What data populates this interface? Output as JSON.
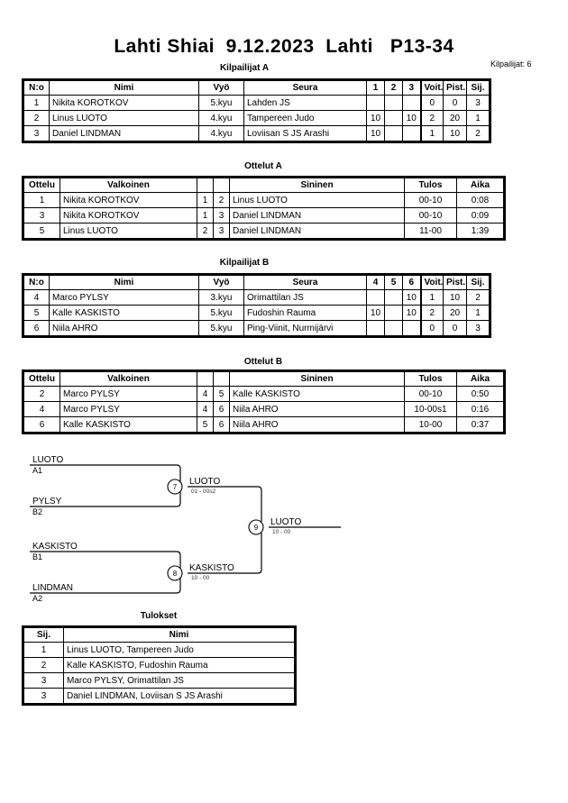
{
  "header": {
    "title": "Lahti Shiai  9.12.2023  Lahti   P13-34",
    "entrant_count": "Kilpailijat: 6"
  },
  "pools": [
    {
      "caption": "Kilpailijat A",
      "columns": [
        "N:o",
        "Nimi",
        "Vyö",
        "Seura",
        "1",
        "2",
        "3",
        "Voit.",
        "Pist.",
        "Sij."
      ],
      "rows": [
        {
          "no": "1",
          "name": "Nikita KOROTKOV",
          "belt": "5.kyu",
          "club": "Lahden JS",
          "m1": "",
          "m2": "",
          "m3": "",
          "wins": "0",
          "points": "0",
          "rank": "3"
        },
        {
          "no": "2",
          "name": "Linus LUOTO",
          "belt": "4.kyu",
          "club": "Tampereen Judo",
          "m1": "10",
          "m2": "",
          "m3": "10",
          "wins": "2",
          "points": "20",
          "rank": "1"
        },
        {
          "no": "3",
          "name": "Daniel LINDMAN",
          "belt": "4.kyu",
          "club": "Loviisan S JS Arashi",
          "m1": "10",
          "m2": "",
          "m3": "",
          "wins": "1",
          "points": "10",
          "rank": "2"
        }
      ]
    },
    {
      "caption": "Kilpailijat B",
      "columns": [
        "N:o",
        "Nimi",
        "Vyö",
        "Seura",
        "4",
        "5",
        "6",
        "Voit.",
        "Pist.",
        "Sij."
      ],
      "rows": [
        {
          "no": "4",
          "name": "Marco PYLSY",
          "belt": "3.kyu",
          "club": "Orimattilan JS",
          "m1": "",
          "m2": "",
          "m3": "10",
          "wins": "1",
          "points": "10",
          "rank": "2"
        },
        {
          "no": "5",
          "name": "Kalle KASKISTO",
          "belt": "5.kyu",
          "club": "Fudoshin Rauma",
          "m1": "10",
          "m2": "",
          "m3": "10",
          "wins": "2",
          "points": "20",
          "rank": "1"
        },
        {
          "no": "6",
          "name": "Niila AHRO",
          "belt": "5.kyu",
          "club": "Ping-Viinit, Nurmijärvi",
          "m1": "",
          "m2": "",
          "m3": "",
          "wins": "0",
          "points": "0",
          "rank": "3"
        }
      ]
    }
  ],
  "matchtables": [
    {
      "caption": "Ottelut A",
      "columns": [
        "Ottelu",
        "Valkoinen",
        "",
        "",
        "Sininen",
        "Tulos",
        "Aika"
      ],
      "rows": [
        {
          "match": "1",
          "white": "Nikita KOROTKOV",
          "wno": "1",
          "bno": "2",
          "blue": "Linus LUOTO",
          "result": "00-10",
          "time": "0:08"
        },
        {
          "match": "3",
          "white": "Nikita KOROTKOV",
          "wno": "1",
          "bno": "3",
          "blue": "Daniel LINDMAN",
          "result": "00-10",
          "time": "0:09"
        },
        {
          "match": "5",
          "white": "Linus LUOTO",
          "wno": "2",
          "bno": "3",
          "blue": "Daniel LINDMAN",
          "result": "11-00",
          "time": "1:39"
        }
      ]
    },
    {
      "caption": "Ottelut B",
      "columns": [
        "Ottelu",
        "Valkoinen",
        "",
        "",
        "Sininen",
        "Tulos",
        "Aika"
      ],
      "rows": [
        {
          "match": "2",
          "white": "Marco PYLSY",
          "wno": "4",
          "bno": "5",
          "blue": "Kalle KASKISTO",
          "result": "00-10",
          "time": "0:50"
        },
        {
          "match": "4",
          "white": "Marco PYLSY",
          "wno": "4",
          "bno": "6",
          "blue": "Niila AHRO",
          "result": "10-00s1",
          "time": "0:16"
        },
        {
          "match": "6",
          "white": "Kalle KASKISTO",
          "wno": "5",
          "bno": "6",
          "blue": "Niila AHRO",
          "result": "10-00",
          "time": "0:37"
        }
      ]
    }
  ],
  "bracket": {
    "entrants": [
      {
        "name": "LUOTO",
        "seed": "A1"
      },
      {
        "name": "PYLSY",
        "seed": "B2"
      },
      {
        "name": "KASKISTO",
        "seed": "B1"
      },
      {
        "name": "LINDMAN",
        "seed": "A2"
      }
    ],
    "semifinals": [
      {
        "number": "7",
        "winner": "LUOTO",
        "score": "01 - 00s2"
      },
      {
        "number": "8",
        "winner": "KASKISTO",
        "score": "10 - 00"
      }
    ],
    "final": {
      "number": "9",
      "winner": "LUOTO",
      "score": "10 - 00"
    }
  },
  "results": {
    "caption": "Tulokset",
    "columns": [
      "Sij.",
      "Nimi"
    ],
    "rows": [
      {
        "rank": "1",
        "name": "Linus LUOTO, Tampereen Judo"
      },
      {
        "rank": "2",
        "name": "Kalle KASKISTO, Fudoshin Rauma"
      },
      {
        "rank": "3",
        "name": "Marco PYLSY, Orimattilan JS"
      },
      {
        "rank": "3",
        "name": "Daniel LINDMAN, Loviisan S JS Arashi"
      }
    ]
  }
}
